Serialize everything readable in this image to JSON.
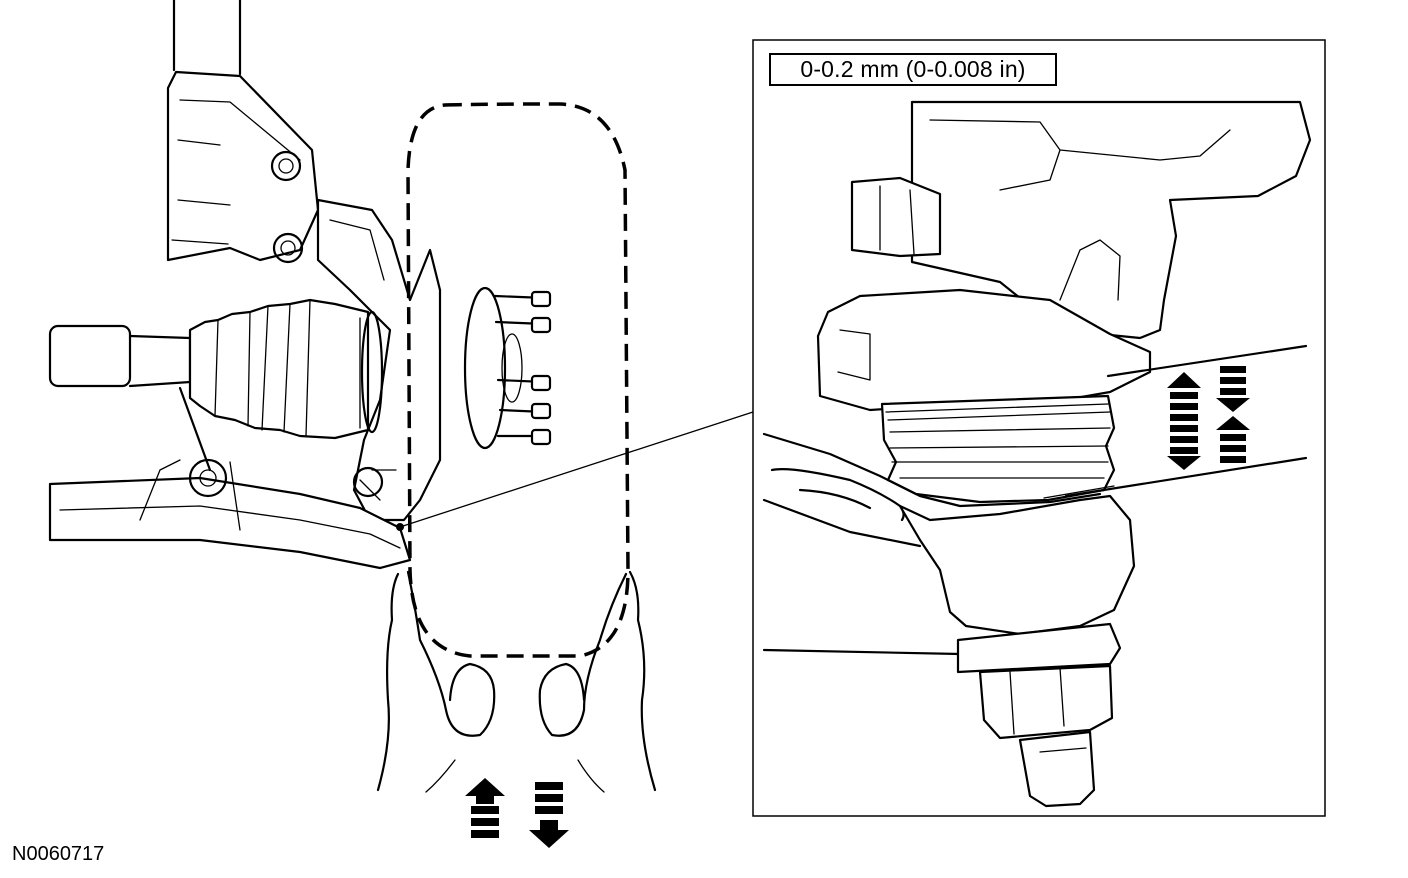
{
  "figure_id": "N0060717",
  "spec_label": "0-0.2 mm (0-0.008 in)",
  "detail": {
    "indicator": "up-down-movement-arrows"
  },
  "overview": {
    "indicator": "hands-lifting-lower-arm-with-up-down-arrows"
  }
}
